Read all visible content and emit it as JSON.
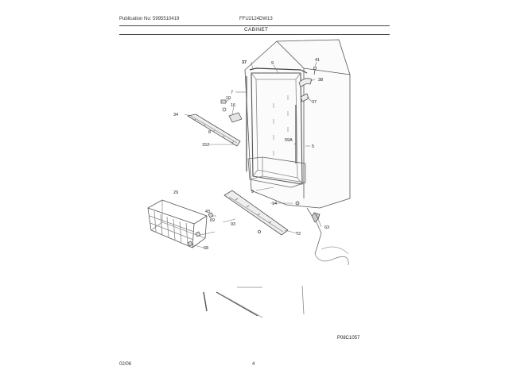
{
  "header": {
    "publication_no": "Publication No: 5995510419",
    "model": "FFU2124DW13",
    "section": "CABINET"
  },
  "callouts": {
    "c37_top": "37",
    "c9_top": "9",
    "c41": "41",
    "c38": "38",
    "c37_right": "37",
    "c7": "7",
    "c10": "10",
    "c16": "16",
    "c34": "34",
    "c8": "8",
    "c59a": "59A",
    "c5": "5",
    "c152": "152",
    "c9_bottom": "9",
    "c14": "14",
    "c29": "29",
    "c69": "69",
    "c43": "43",
    "c93": "93",
    "c63": "63",
    "c72": "72",
    "c68": "68"
  },
  "diagram_code": "P08C1057",
  "footer": {
    "date": "02/06",
    "page": "4"
  }
}
